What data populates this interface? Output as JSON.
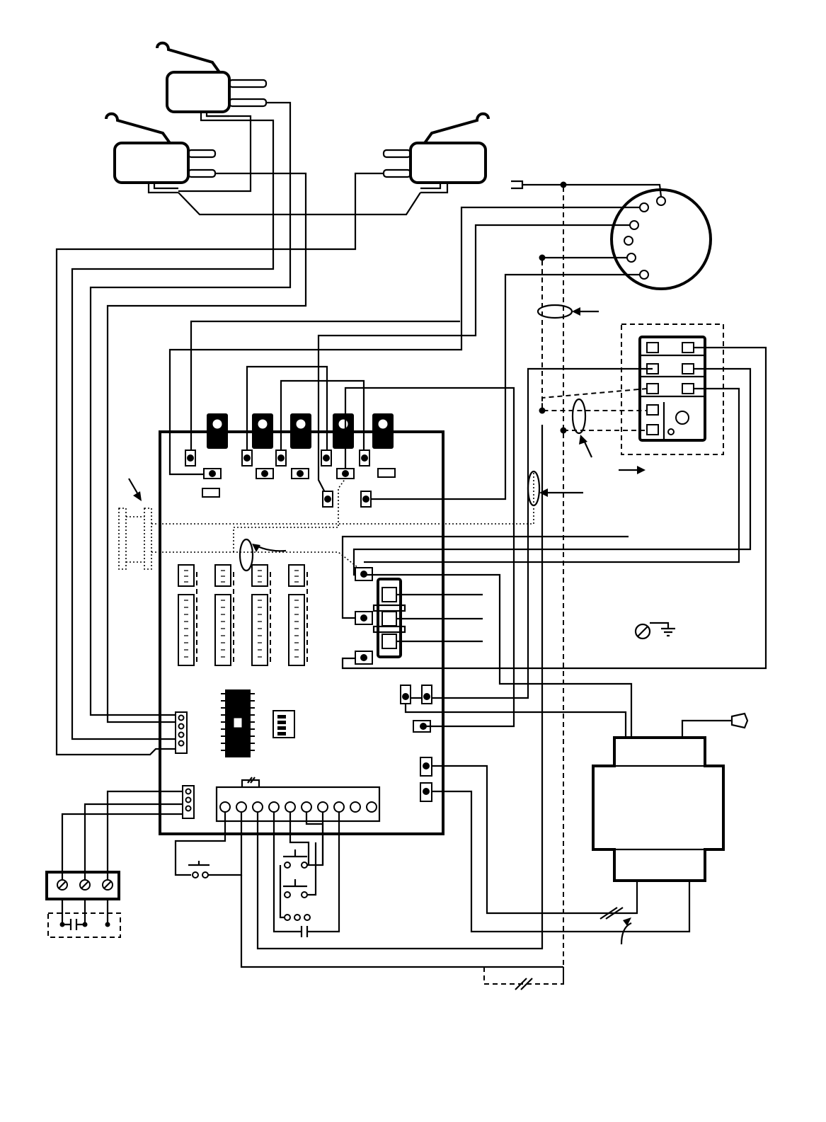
{
  "diagram": {
    "colors": {
      "ink": "#000000",
      "paper": "#ffffff"
    },
    "components": [
      "limit-switch-top",
      "limit-switch-left",
      "limit-switch-right",
      "motor",
      "terminal-block-right",
      "control-board",
      "fuse-block",
      "terminal-strip-bottom",
      "transformer",
      "capacitor-terminal-block",
      "ground-symbol"
    ]
  }
}
